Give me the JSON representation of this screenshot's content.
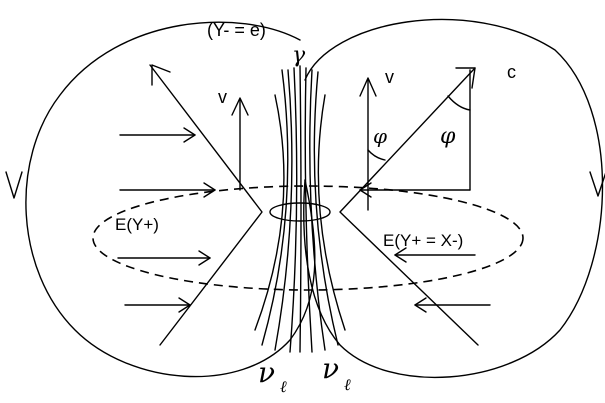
{
  "labels": {
    "top": "(Y- = e)",
    "gamma": "γ",
    "v_left": "v",
    "v_right": "v",
    "c": "c",
    "phi_left": "φ",
    "phi_right": "φ",
    "e_left": "E(Y+)",
    "e_right": "E(Y+ = X-)",
    "nu_left": "ν",
    "nu_right": "ν",
    "nu_sub": "ℓ"
  }
}
